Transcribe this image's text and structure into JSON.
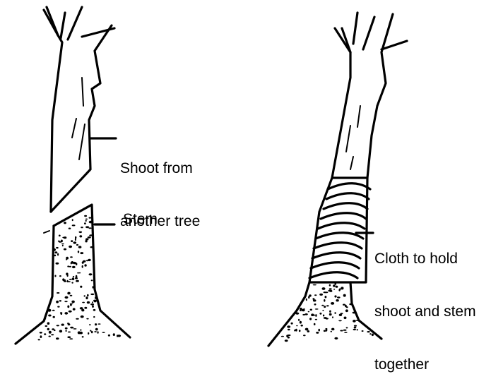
{
  "labels": {
    "shoot": [
      "Shoot from",
      "another tree"
    ],
    "stem": "Stem",
    "cloth": [
      "Cloth to hold",
      "shoot and stem",
      "together"
    ]
  },
  "colors": {
    "ink": "#000000",
    "background": "#ffffff"
  }
}
